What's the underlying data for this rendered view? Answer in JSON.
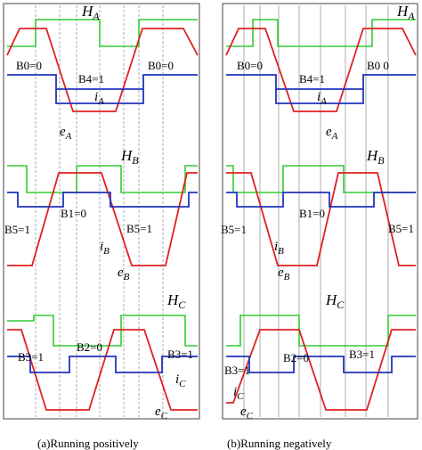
{
  "panels": [
    {
      "id": "positive",
      "caption": "(a)Running positively",
      "rows": [
        {
          "hall": "H",
          "hall_sub": "A",
          "emf": "e",
          "emf_sub": "A",
          "current": "i",
          "current_sub": "A",
          "blocks": [
            "B0=0",
            "B4=1",
            "B0=0"
          ]
        },
        {
          "hall": "H",
          "hall_sub": "B",
          "emf": "e",
          "emf_sub": "B",
          "current": "i",
          "current_sub": "B",
          "blocks": [
            "B5=1",
            "B1=0",
            "B5=1"
          ]
        },
        {
          "hall": "H",
          "hall_sub": "C",
          "emf": "e",
          "emf_sub": "C",
          "current": "i",
          "current_sub": "C",
          "blocks": [
            "B3=1",
            "B2=0",
            "B3=1"
          ]
        }
      ]
    },
    {
      "id": "negative",
      "caption": "(b)Running negatively",
      "rows": [
        {
          "hall": "H",
          "hall_sub": "A",
          "emf": "e",
          "emf_sub": "A",
          "current": "i",
          "current_sub": "A",
          "blocks": [
            "B0=0",
            "B4=1",
            "B0 0"
          ]
        },
        {
          "hall": "H",
          "hall_sub": "B",
          "emf": "e",
          "emf_sub": "B",
          "current": "i",
          "current_sub": "B",
          "blocks": [
            "B5=1",
            "B1=0",
            "B5=1"
          ]
        },
        {
          "hall": "H",
          "hall_sub": "C",
          "emf": "e",
          "emf_sub": "C",
          "current": "i",
          "current_sub": "C",
          "blocks": [
            "B3=1",
            "B2=0",
            "B3=1"
          ]
        }
      ]
    }
  ],
  "colors": {
    "hall_signal": "#33cc33",
    "phase_current": "#2233bb",
    "back_emf": "#e02020",
    "frame": "#444444",
    "grid": "#888888"
  }
}
